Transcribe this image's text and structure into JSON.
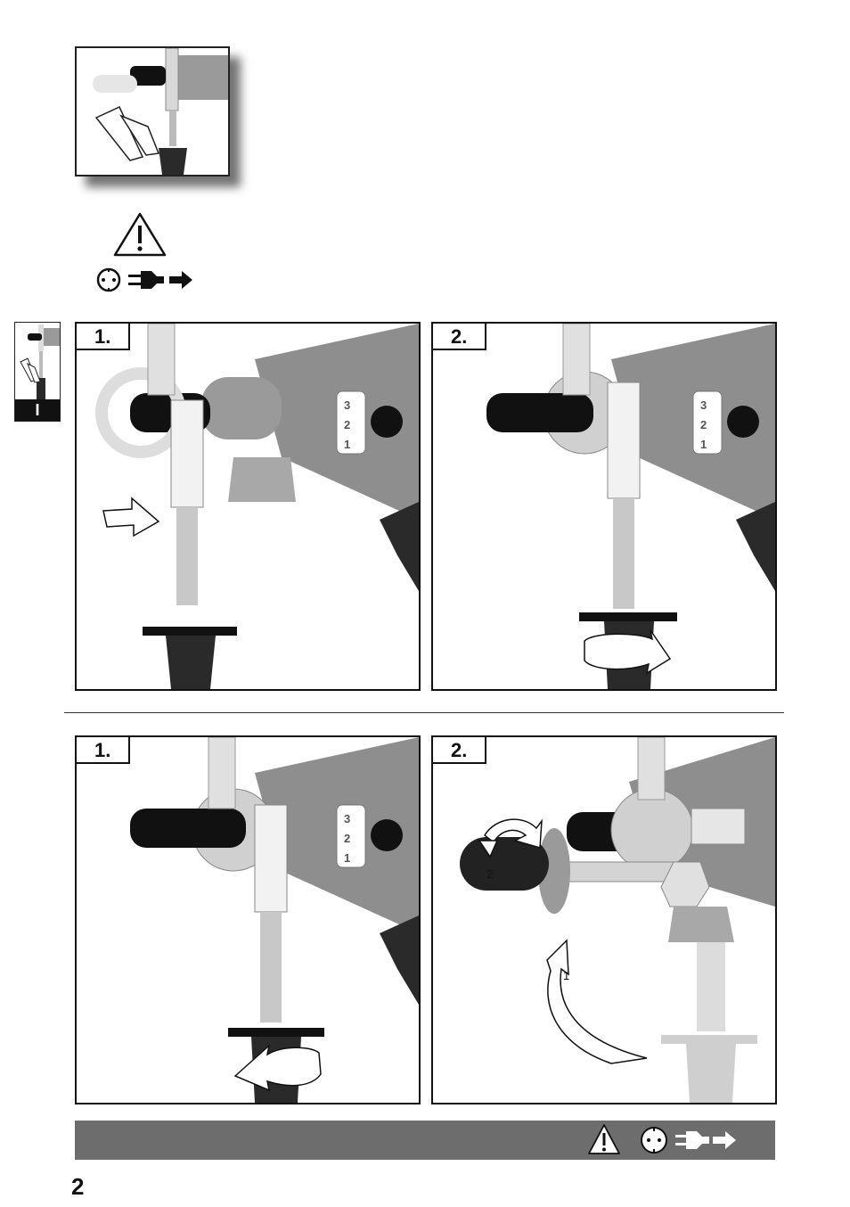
{
  "page": {
    "number": "2",
    "section_letter": "I"
  },
  "panels": [
    {
      "id": "top-1",
      "label": "1."
    },
    {
      "id": "top-2",
      "label": "2."
    },
    {
      "id": "bottom-1",
      "label": "1."
    },
    {
      "id": "bottom-2",
      "label": "2."
    }
  ],
  "speed_dial": {
    "marks": [
      "3",
      "2",
      "1"
    ]
  },
  "rotation_marks": {
    "first": "1",
    "second": "2"
  },
  "icons": [
    "warning-icon",
    "socket-icon",
    "unplug-icon"
  ],
  "colors": {
    "footer_bar": "#6d6d6d",
    "frame": "#111111",
    "body_grey": "#8e8e8e"
  }
}
